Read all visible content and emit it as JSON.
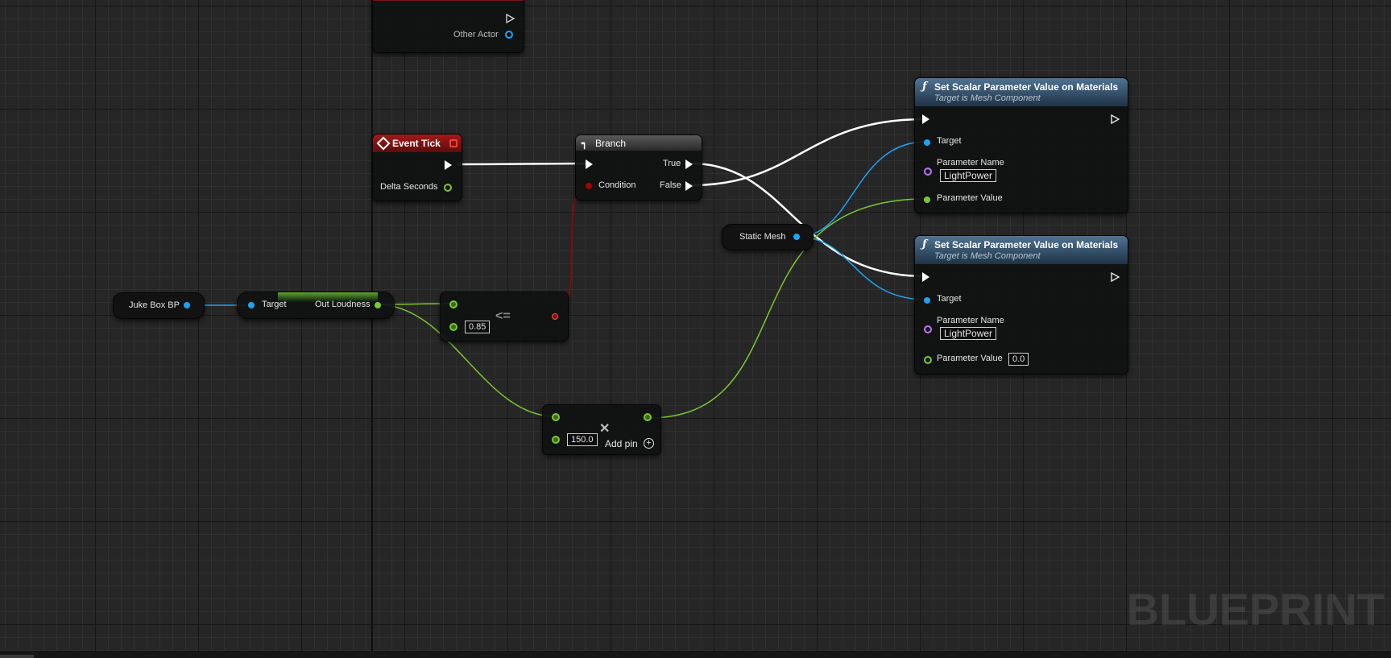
{
  "overlay": {
    "watermark": "BLUEPRINT"
  },
  "colors": {
    "exec": "#ffffff",
    "object": "#1da3f3",
    "float": "#7ac832",
    "bool": "#a30000",
    "name": "#c474ff",
    "event_header": "#8a1414",
    "function_header": "#3a5b78"
  },
  "nodes": {
    "partial_top": {
      "pin_other_actor": "Other Actor"
    },
    "event_tick": {
      "title": "Event Tick",
      "icon": "event-diamond-icon",
      "pin_delta_seconds": "Delta Seconds"
    },
    "branch": {
      "title": "Branch",
      "icon": "branch-icon",
      "pin_condition": "Condition",
      "pin_true": "True",
      "pin_false": "False"
    },
    "static_mesh": {
      "label": "Static Mesh"
    },
    "juke_box": {
      "label": "Juke Box BP"
    },
    "out_loudness": {
      "pin_target": "Target",
      "pin_out": "Out Loudness"
    },
    "compare": {
      "operator": "<=",
      "b_value": "0.85"
    },
    "multiply": {
      "operator_icon": "multiply-icon",
      "b_value": "150.0",
      "add_pin_label": "Add pin",
      "add_pin_icon": "plus-circle-icon"
    },
    "set_scalar_1": {
      "title": "Set Scalar Parameter Value on Materials",
      "subtitle": "Target is Mesh Component",
      "icon": "function-icon",
      "pin_target": "Target",
      "pin_param_name": "Parameter Name",
      "param_name_value": "LightPower",
      "pin_param_value": "Parameter Value"
    },
    "set_scalar_2": {
      "title": "Set Scalar Parameter Value on Materials",
      "subtitle": "Target is Mesh Component",
      "icon": "function-icon",
      "pin_target": "Target",
      "pin_param_name": "Parameter Name",
      "param_name_value": "LightPower",
      "pin_param_value": "Parameter Value",
      "param_value_value": "0.0"
    }
  }
}
